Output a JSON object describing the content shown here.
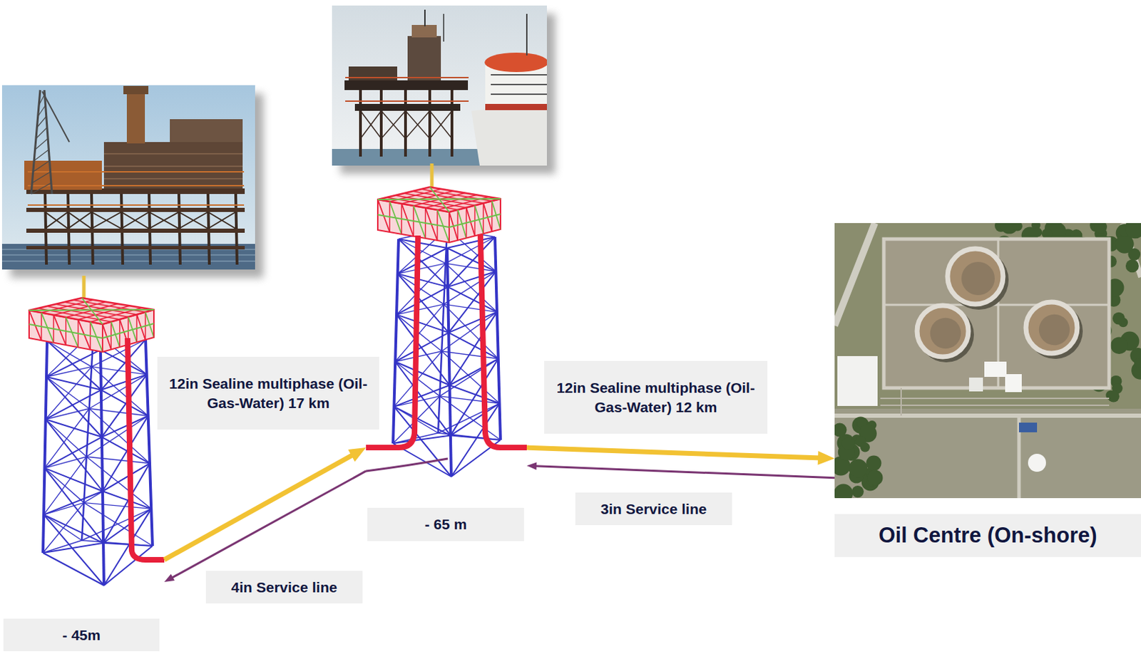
{
  "diagram": {
    "nodes": [
      {
        "text": [
          "- 45m"
        ]
      },
      {
        "text": [
          "- 65 m"
        ]
      },
      {
        "text": [
          "Oil Centre (On-shore)"
        ]
      }
    ],
    "edges": [
      {
        "from": 0,
        "to": 1,
        "arrow": "to",
        "label": "12in Sealine multiphase (Oil-Gas-Water) 17 km"
      },
      {
        "from": 1,
        "to": 0,
        "arrow": "to",
        "label": "4in Service line"
      },
      {
        "from": 1,
        "to": 2,
        "arrow": "to",
        "label": "12in Sealine multiphase (Oil-Gas-Water) 12 km"
      },
      {
        "from": 2,
        "to": 1,
        "arrow": "to",
        "label": "3in Service line"
      }
    ]
  }
}
